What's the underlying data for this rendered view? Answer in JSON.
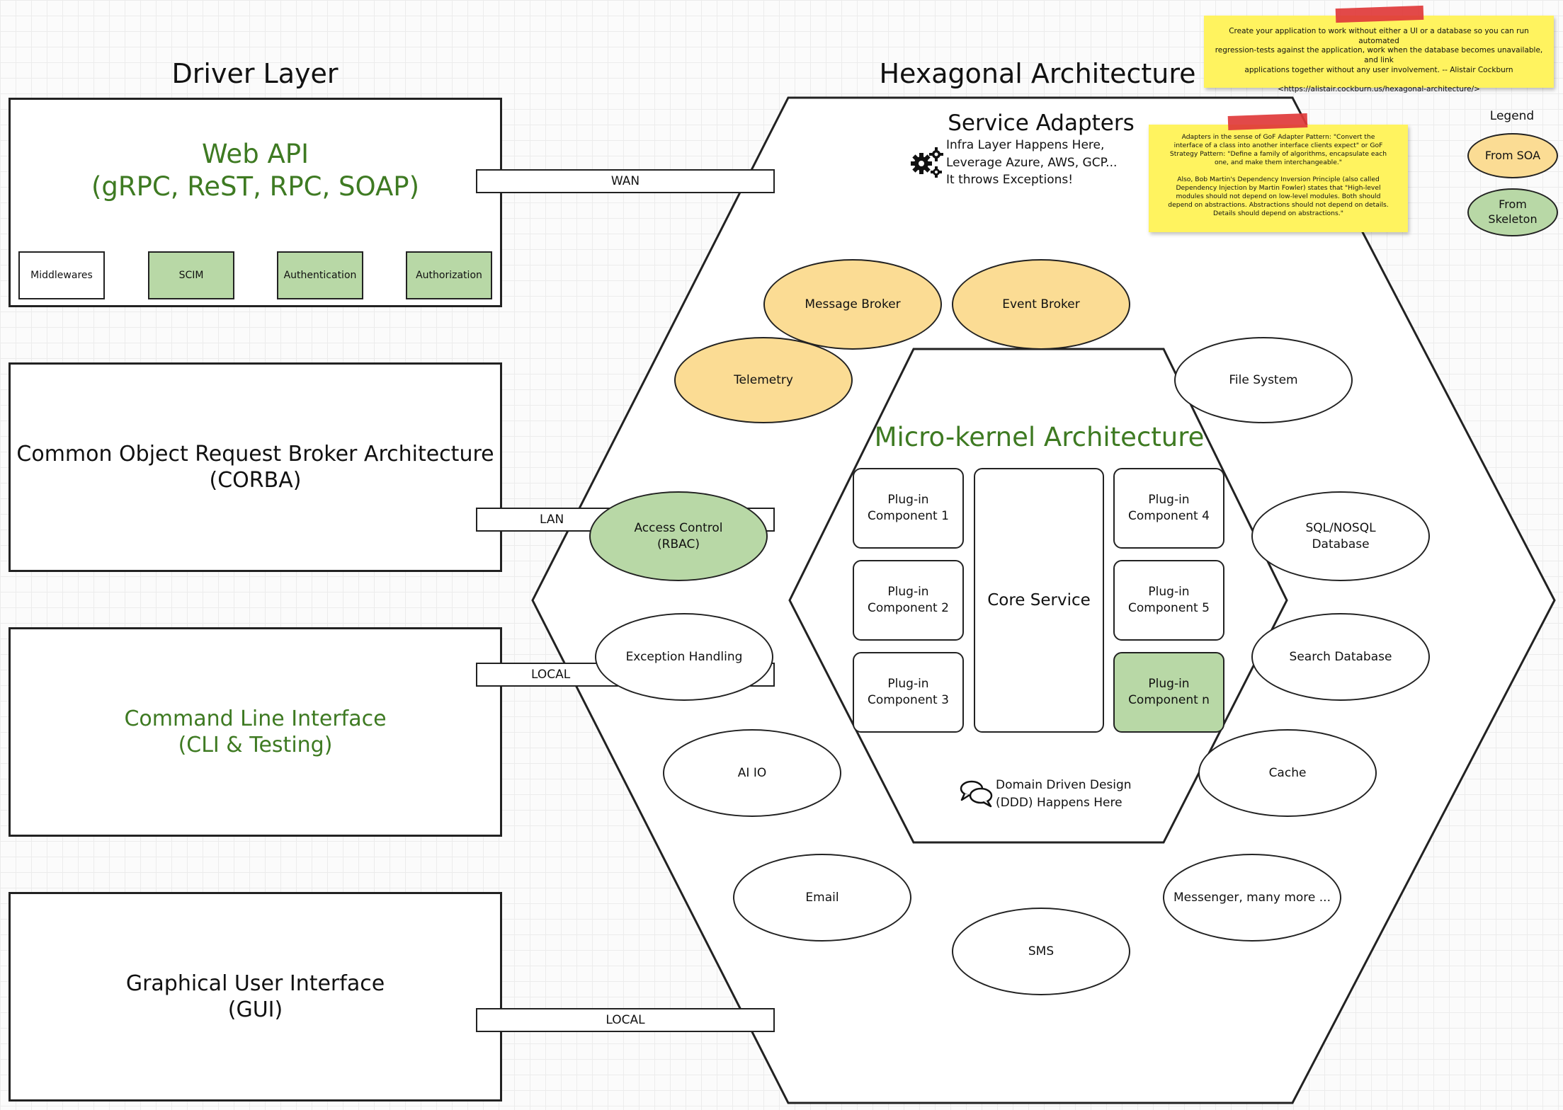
{
  "titles": {
    "driver_layer": "Driver Layer",
    "hexagonal": "Hexagonal Architecture",
    "service_adapters": "Service Adapters",
    "microkernel": "Micro-kernel Architecture"
  },
  "driver_boxes": {
    "web_api": "Web API\n(gRPC, ReST, RPC, SOAP)",
    "corba": "Common Object Request Broker Architecture\n(CORBA)",
    "cli": "Command Line Interface\n(CLI & Testing)",
    "gui": "Graphical User Interface\n(GUI)"
  },
  "web_api_modules": {
    "middlewares": "Middlewares",
    "scim": "SCIM",
    "authentication": "Authentication",
    "authorization": "Authorization"
  },
  "connectors": {
    "wan": "WAN",
    "lan": "LAN",
    "local_cli": "LOCAL",
    "local_gui": "LOCAL"
  },
  "service_adapters_note": "Infra Layer Happens Here,\nLeverage Azure, AWS, GCP...\nIt throws Exceptions!",
  "adapters": {
    "message_broker": "Message Broker",
    "event_broker": "Event Broker",
    "telemetry": "Telemetry",
    "file_system": "File System",
    "access_control": "Access Control\n(RBAC)",
    "sql_db": "SQL/NOSQL\nDatabase",
    "exception_handling": "Exception Handling",
    "search_db": "Search Database",
    "ai_io": "AI IO",
    "cache": "Cache",
    "email": "Email",
    "messenger": "Messenger, many more ...",
    "sms": "SMS"
  },
  "plugins": {
    "p1": "Plug-in\nComponent 1",
    "p2": "Plug-in\nComponent 2",
    "p3": "Plug-in\nComponent 3",
    "p4": "Plug-in\nComponent 4",
    "p5": "Plug-in\nComponent 5",
    "pn": "Plug-in\nComponent n"
  },
  "core_service": "Core Service",
  "ddd_note": "Domain Driven Design\n(DDD) Happens Here",
  "notes": {
    "cockburn": "Create your application to work without either a UI or a database so you can run automated\nregression-tests against the application, work when the database becomes unavailable, and link\napplications together without any user involvement. -- Alistair Cockburn\n\n<https://alistair.cockburn.us/hexagonal-architecture/>",
    "gof": "Adapters in the sense of GoF Adapter Pattern: \"Convert the\ninterface of a class into another interface clients expect\" or GoF\nStrategy Pattern: \"Define a family of algorithms, encapsulate each\none, and make them interchangeable.\"\n\nAlso, Bob Martin's Dependency Inversion Principle (also called\nDependency Injection by Martin Fowler) states that \"High-level\nmodules should not depend on low-level modules. Both should\ndepend on abstractions. Abstractions should not depend on details.\nDetails should depend on abstractions.\""
  },
  "legend": {
    "title": "Legend",
    "from_soa": "From SOA",
    "from_skeleton": "From\nSkeleton"
  },
  "colors": {
    "soa": "#fbdc94",
    "skeleton": "#b8d8a6",
    "green_text": "#3e7a22",
    "sticky_note": "#fff35f",
    "tape": "#e03a3a"
  }
}
